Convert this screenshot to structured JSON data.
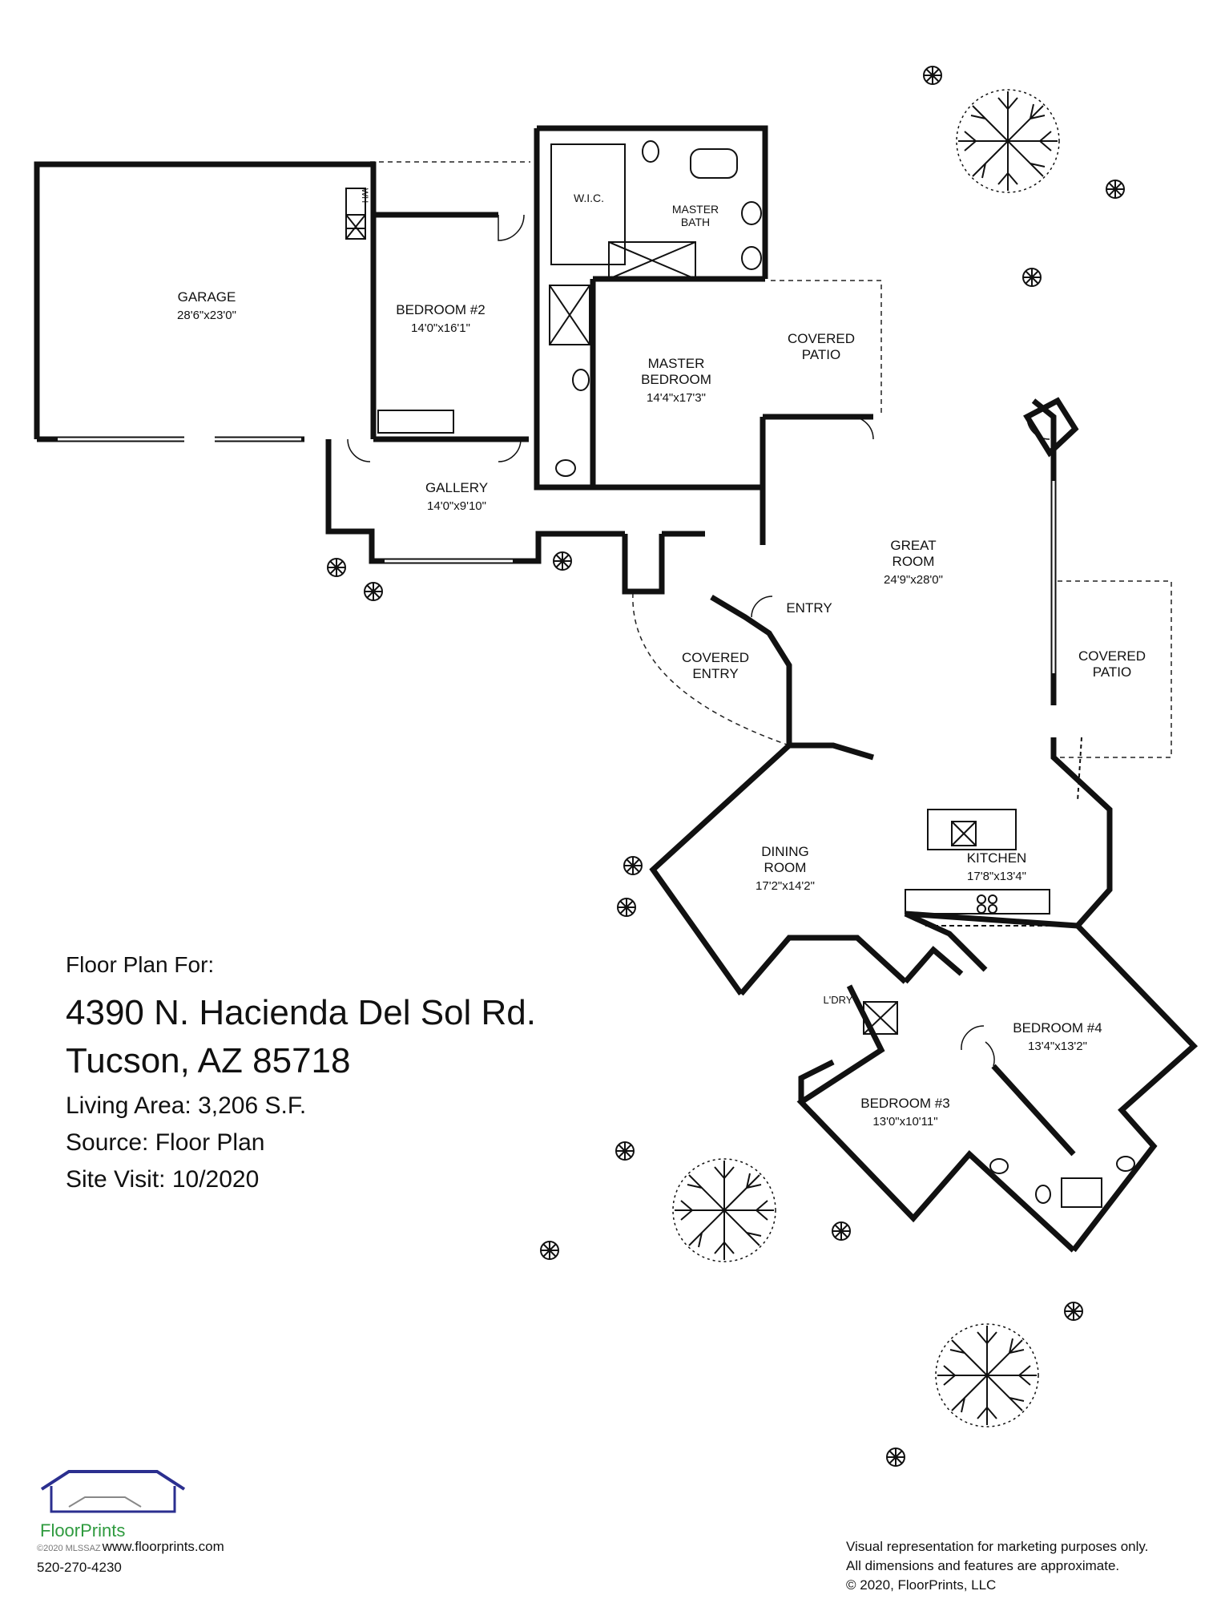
{
  "rooms": {
    "garage": {
      "name": "GARAGE",
      "dim": "28'6\"x23'0\""
    },
    "wh": {
      "name": "WH"
    },
    "bedroom2": {
      "name": "BEDROOM #2",
      "dim": "14'0\"x16'1\""
    },
    "wic": {
      "name": "W.I.C."
    },
    "master_bath": {
      "name1": "MASTER",
      "name2": "BATH"
    },
    "master_bedroom": {
      "name1": "MASTER",
      "name2": "BEDROOM",
      "dim": "14'4\"x17'3\""
    },
    "covered_patio_top": {
      "name1": "COVERED",
      "name2": "PATIO"
    },
    "gallery": {
      "name": "GALLERY",
      "dim": "14'0\"x9'10\""
    },
    "great_room": {
      "name1": "GREAT",
      "name2": "ROOM",
      "dim": "24'9\"x28'0\""
    },
    "entry": {
      "name": "ENTRY"
    },
    "covered_entry": {
      "name1": "COVERED",
      "name2": "ENTRY"
    },
    "covered_patio_right": {
      "name1": "COVERED",
      "name2": "PATIO"
    },
    "dining_room": {
      "name1": "DINING",
      "name2": "ROOM",
      "dim": "17'2\"x14'2\""
    },
    "kitchen": {
      "name": "KITCHEN",
      "dim": "17'8\"x13'4\""
    },
    "laundry": {
      "name": "L'DRY"
    },
    "bedroom4": {
      "name": "BEDROOM #4",
      "dim": "13'4\"x13'2\""
    },
    "bedroom3": {
      "name": "BEDROOM #3",
      "dim": "13'0\"x10'11\""
    }
  },
  "info": {
    "lead": "Floor Plan For:",
    "address_line1": "4390 N. Hacienda Del Sol Rd.",
    "address_line2": "Tucson, AZ  85718",
    "living_area": "Living Area:  3,206 S.F.",
    "source": "Source:  Floor Plan",
    "site_visit": "Site Visit:  10/2020"
  },
  "logo": {
    "brand": "FloorPrints",
    "colors": {
      "roof": "#2b2f8f",
      "text": "#2e9a3e"
    }
  },
  "contact": {
    "mark": "©2020 MLSSAZ",
    "website": "www.floorprints.com",
    "phone": "520-270-4230"
  },
  "disclaimer": {
    "line1": "Visual representation for marketing purposes only.",
    "line2": "All dimensions and features are approximate.",
    "line3": "© 2020, FloorPrints, LLC"
  }
}
